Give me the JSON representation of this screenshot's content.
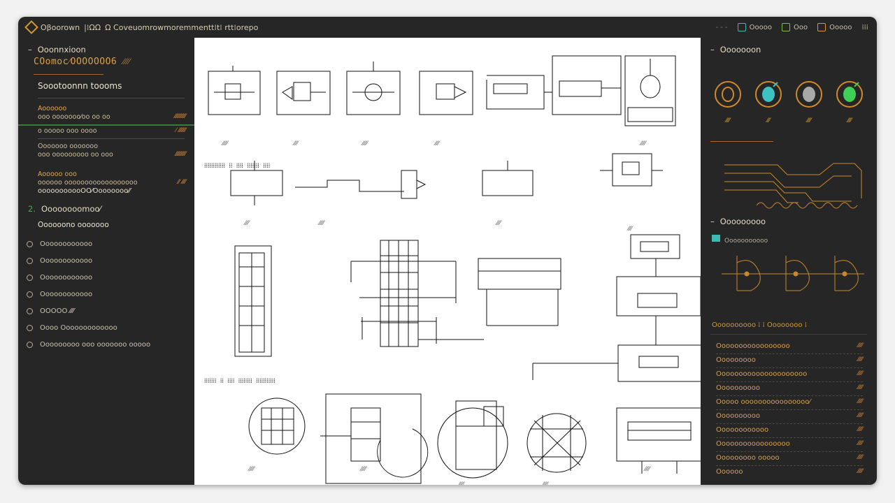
{
  "titlebar": {
    "app_title": "Oβoorown",
    "breadcrumb_1": "|⁞ΩΩ",
    "breadcrumb_2": "Ω Coveuomrowmoremmentt⁞t⁞ rtt⁞orepo",
    "right_items": [
      {
        "label": "Ooooo",
        "icon": "cube-icon"
      },
      {
        "label": "Ooo",
        "icon": "grid-icon"
      },
      {
        "label": "Ooooo",
        "icon": "camera-icon"
      },
      {
        "label": "⁞⁞⁞",
        "icon": "menu-icon"
      }
    ]
  },
  "sidebar": {
    "section_title": "Ooonnxioon",
    "big_title": "COomoc⁄OOOOOOO6  ⁄⁄⁄⁄",
    "subsection": "Soootoonnn toooms",
    "group_a": {
      "label": "Aoooooo",
      "value": "⁄⁄⁄⁄⁄⁄⁄⁄⁄⁄⁄"
    },
    "group_a_sub": "ooo ooooooo⁄oo oo oo",
    "active_row": {
      "label": "o ooooo ooo oooo",
      "value": "⁄ ⁄⁄⁄⁄⁄⁄⁄"
    },
    "row_2": {
      "label": "Ooooooo ooooooo",
      "value": "⁄⁄⁄⁄⁄⁄⁄⁄⁄⁄",
      "sub": "ooo ooooooooo oo ooo"
    },
    "row_3": {
      "label": "Aooooo ooo",
      "value": "⁄⁄ ⁄⁄⁄⁄",
      "sub": "oooooo oooooooooooooooooo",
      "extra": "ooooooooooOO⁄Oooooooo⁄⁄"
    },
    "section_2": "Oooooooomoo⁄",
    "section_2_sub": "Oooooono ooooooo",
    "list": [
      "Oooooooooooo",
      "Oooooooooooo",
      "Oooooooooooo",
      "Oooooooooooo",
      "OOOOO ⁄⁄⁄⁄",
      "Oooo Ooooooooooooo",
      "Ooooooooo ooo ooooooo ooooo"
    ]
  },
  "canvas": {
    "title_1": "⁞⁞⁞⁞⁞⁞⁞⁞⁞⁞⁞⁞ ⁞⁞ ⁞⁞⁞⁞ ⁞⁞⁞⁞⁞⁞⁞ ⁞⁞⁞⁞",
    "title_2": "⁞⁞⁞⁞⁞⁞⁞ ⁞⁞ ⁞⁞⁞⁞ ⁞⁞⁞⁞⁞⁞⁞⁞ ⁞⁞⁞⁞⁞⁞⁞⁞⁞⁞⁞",
    "labels_row1": [
      "⁄⁄⁄⁄⁄",
      "⁄⁄⁄⁄",
      "⁄⁄⁄⁄⁄",
      "⁄⁄⁄⁄",
      "⁄⁄⁄⁄⁄"
    ],
    "labels_row2": [
      "⁄⁄⁄⁄",
      "⁄⁄⁄⁄⁄",
      "⁄⁄⁄⁄",
      "⁄⁄⁄⁄"
    ],
    "labels_row4": [
      "⁄⁄⁄⁄⁄",
      "⁄⁄⁄⁄⁄",
      "⁄⁄⁄⁄⁄",
      "⁄⁄⁄⁄⁄",
      "⁄⁄⁄⁄⁄"
    ]
  },
  "rpanel": {
    "section_title": "Ooooooon",
    "gauge_values": [
      "⁄⁄⁄⁄",
      "⁄⁄⁄",
      "⁄⁄⁄⁄",
      "⁄⁄⁄⁄"
    ],
    "gauge_colors": [
      "#d08a2d",
      "#3dc1c1",
      "#a8a8a8",
      "#3fcf56"
    ],
    "section_2": "Ooooooooo",
    "section_2_sub": "Ooooooooooo",
    "toolbar": "Oooooooooo ⁞ ⁞ Oooooooo ⁞",
    "props": [
      {
        "label": "Ooooooooooooooooo",
        "value": "⁄⁄⁄⁄⁄"
      },
      {
        "label": "Ooooooooo",
        "value": "⁄⁄⁄⁄⁄"
      },
      {
        "label": "Ooooooooooooooooooooo",
        "value": "⁄⁄⁄⁄⁄"
      },
      {
        "label": "Oooooooooo",
        "value": "⁄⁄⁄⁄⁄"
      },
      {
        "label": "Ooooo oooooooooooooooo⁄",
        "value": "⁄⁄⁄⁄⁄"
      },
      {
        "label": "Oooooooooo",
        "value": "⁄⁄⁄⁄⁄"
      },
      {
        "label": "Oooooooooooo",
        "value": "⁄⁄⁄⁄⁄"
      },
      {
        "label": "Ooooooooooooooooo",
        "value": "⁄⁄⁄⁄⁄"
      },
      {
        "label": "Ooooooooo ooooo",
        "value": "⁄⁄⁄⁄⁄"
      },
      {
        "label": "Oooooo",
        "value": "⁄⁄⁄⁄⁄"
      }
    ]
  }
}
